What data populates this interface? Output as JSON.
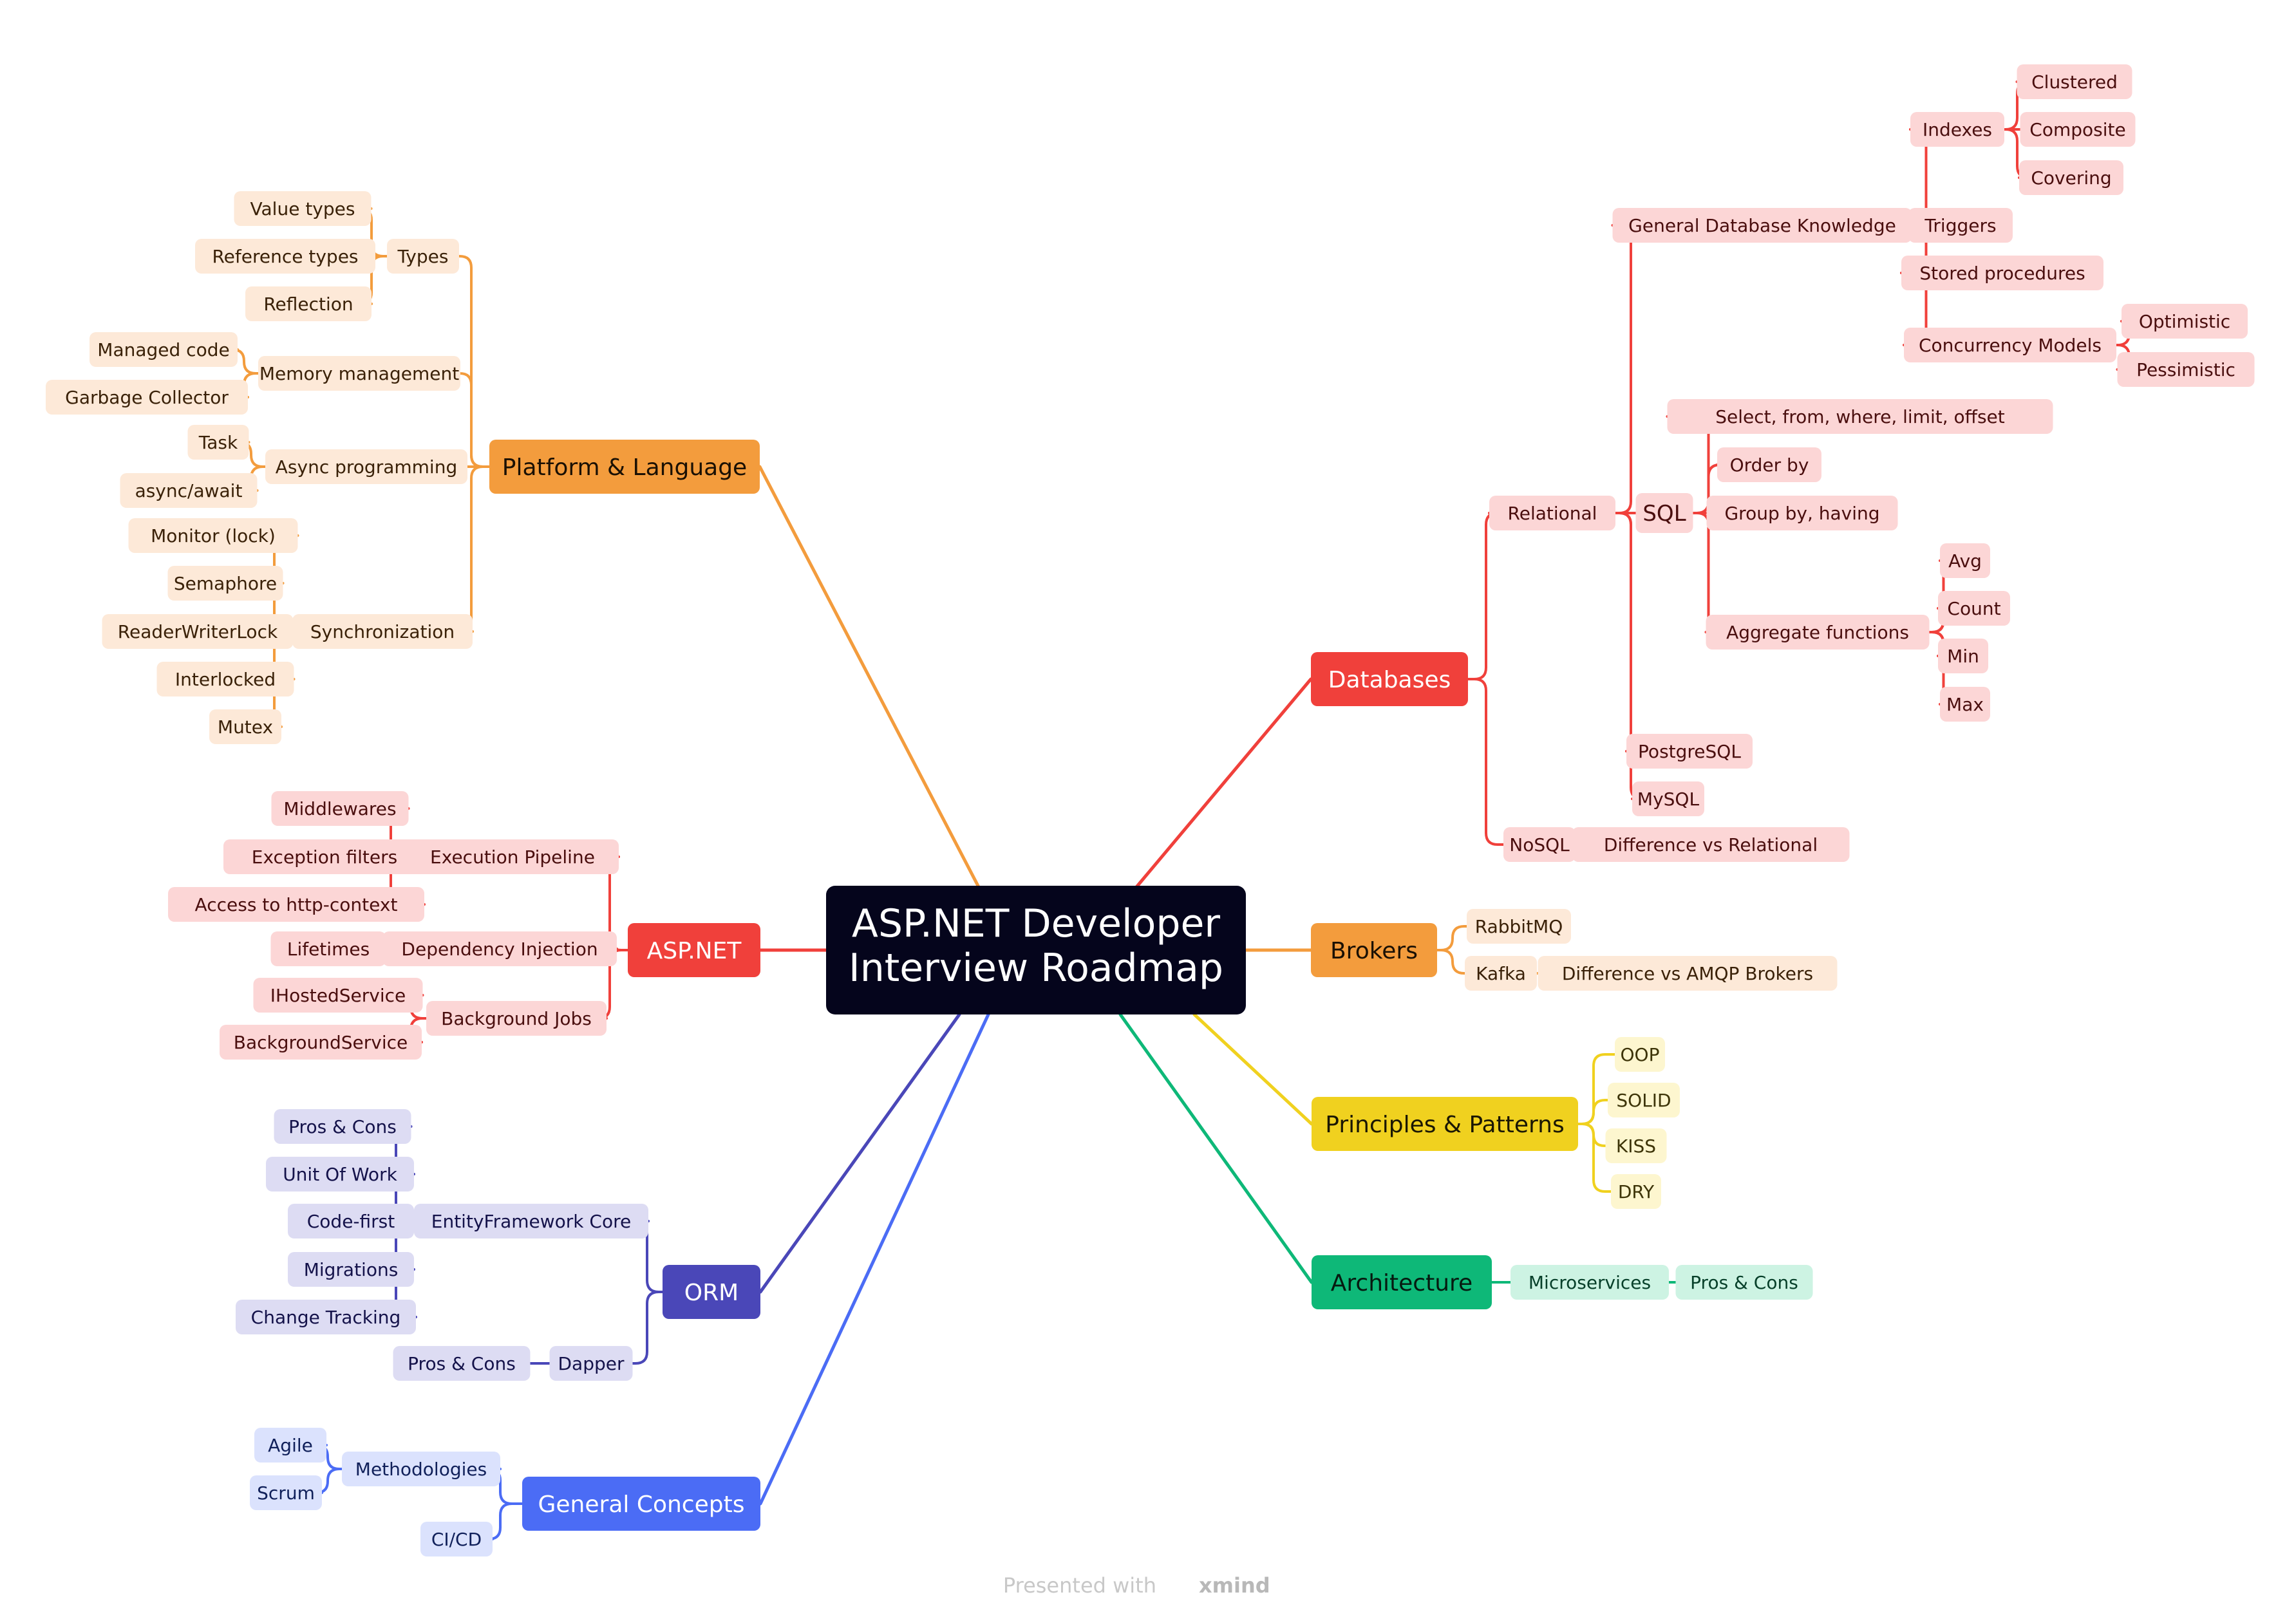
{
  "footer": {
    "prefix": "Presented with",
    "brand": "xmind"
  },
  "colors": {
    "platform": "#f39c3d",
    "aspnet": "#f0403b",
    "orm": "#4a47b8",
    "general": "#4b6cf5",
    "databases": "#f0403b",
    "brokers": "#f39c3d",
    "principles": "#f0d11f",
    "architecture": "#0eb878",
    "root": "#05051c"
  },
  "root": {
    "line1": "ASP.NET Developer",
    "line2": "Interview Roadmap"
  },
  "branches": {
    "platform": {
      "label": "Platform & Language",
      "types": {
        "label": "Types",
        "items": [
          "Value types",
          "Reference types",
          "Reflection"
        ]
      },
      "memory": {
        "label": "Memory management",
        "items": [
          "Managed code",
          "Garbage Collector"
        ]
      },
      "async": {
        "label": "Async programming",
        "items": [
          "Task",
          "async/await"
        ]
      },
      "sync": {
        "label": "Synchronization",
        "items": [
          "Monitor (lock)",
          "Semaphore",
          "ReaderWriterLock",
          "Interlocked",
          "Mutex"
        ]
      }
    },
    "aspnet": {
      "label": "ASP.NET",
      "pipeline": {
        "label": "Execution Pipeline",
        "items": [
          "Middlewares",
          "Exception filters",
          "Access to http-context"
        ]
      },
      "di": {
        "label": "Dependency Injection",
        "items": [
          "Lifetimes"
        ]
      },
      "jobs": {
        "label": "Background Jobs",
        "items": [
          "IHostedService",
          "BackgroundService"
        ]
      }
    },
    "orm": {
      "label": "ORM",
      "ef": {
        "label": "EntityFramework Core",
        "items": [
          "Pros & Cons",
          "Unit Of Work",
          "Code-first",
          "Migrations",
          "Change Tracking"
        ]
      },
      "dapper": {
        "label": "Dapper",
        "items": [
          "Pros & Cons"
        ]
      }
    },
    "general": {
      "label": "General Concepts",
      "methodologies": {
        "label": "Methodologies",
        "items": [
          "Agile",
          "Scrum"
        ]
      },
      "cicd": {
        "label": "CI/CD"
      }
    },
    "databases": {
      "label": "Databases",
      "relational": {
        "label": "Relational"
      },
      "general_knowledge": {
        "label": "General Database Knowledge"
      },
      "indexes": {
        "label": "Indexes",
        "items": [
          "Clustered",
          "Composite",
          "Covering"
        ]
      },
      "triggers": "Triggers",
      "stored": "Stored procedures",
      "concurrency": {
        "label": "Concurrency Models",
        "items": [
          "Optimistic",
          "Pessimistic"
        ]
      },
      "sql": {
        "label": "SQL",
        "items": [
          "Select, from, where, limit, offset",
          "Order by",
          "Group by, having"
        ]
      },
      "aggregate": {
        "label": "Aggregate functions",
        "items": [
          "Avg",
          "Count",
          "Min",
          "Max"
        ]
      },
      "postgres": "PostgreSQL",
      "mysql": "MySQL",
      "nosql": {
        "label": "NoSQL",
        "items": [
          "Difference vs Relational"
        ]
      }
    },
    "brokers": {
      "label": "Brokers",
      "rabbit": "RabbitMQ",
      "kafka": {
        "label": "Kafka",
        "items": [
          "Difference vs AMQP Brokers"
        ]
      }
    },
    "principles": {
      "label": "Principles & Patterns",
      "items": [
        "OOP",
        "SOLID",
        "KISS",
        "DRY"
      ]
    },
    "architecture": {
      "label": "Architecture",
      "micro": {
        "label": "Microservices",
        "items": [
          "Pros & Cons"
        ]
      }
    }
  }
}
